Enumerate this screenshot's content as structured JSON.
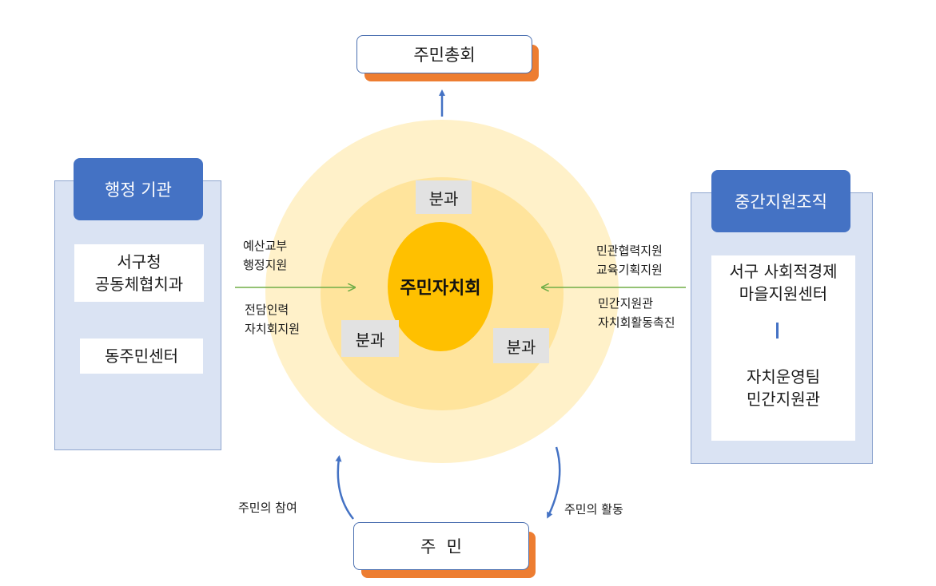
{
  "top_box": {
    "label": "주민총회"
  },
  "bottom_box": {
    "label": "주  민"
  },
  "left_panel": {
    "header": "행정 기관",
    "box1_lines": [
      "서구청",
      "공동체협치과"
    ],
    "box2_label": "동주민센터"
  },
  "right_panel": {
    "header": "중간지원조직",
    "box_top_lines": [
      "서구 사회적경제",
      "마을지원센터"
    ],
    "box_bottom_lines": [
      "자치운영팀",
      "민간지원관"
    ]
  },
  "center": {
    "core_label": "주민자치회",
    "subgroups": [
      "분과",
      "분과",
      "분과"
    ]
  },
  "left_arrow_labels": {
    "above": [
      "예산교부",
      "행정지원"
    ],
    "below": [
      "전담인력",
      "자치회지원"
    ]
  },
  "right_arrow_labels": {
    "above": [
      "민관협력지원",
      "교육기획지원"
    ],
    "below": [
      "민간지원관",
      "자치회활동촉진"
    ]
  },
  "curve_labels": {
    "left": "주민의 참여",
    "right": "주민의 활동"
  },
  "colors": {
    "accent_blue": "#4472c4",
    "panel_bg": "#dae3f3",
    "orange_shadow": "#ed7d31",
    "core_yellow": "#ffc000",
    "mid_yellow": "#ffe49c",
    "outer_yellow": "#fff1c9",
    "arrow_green": "#70ad47"
  }
}
